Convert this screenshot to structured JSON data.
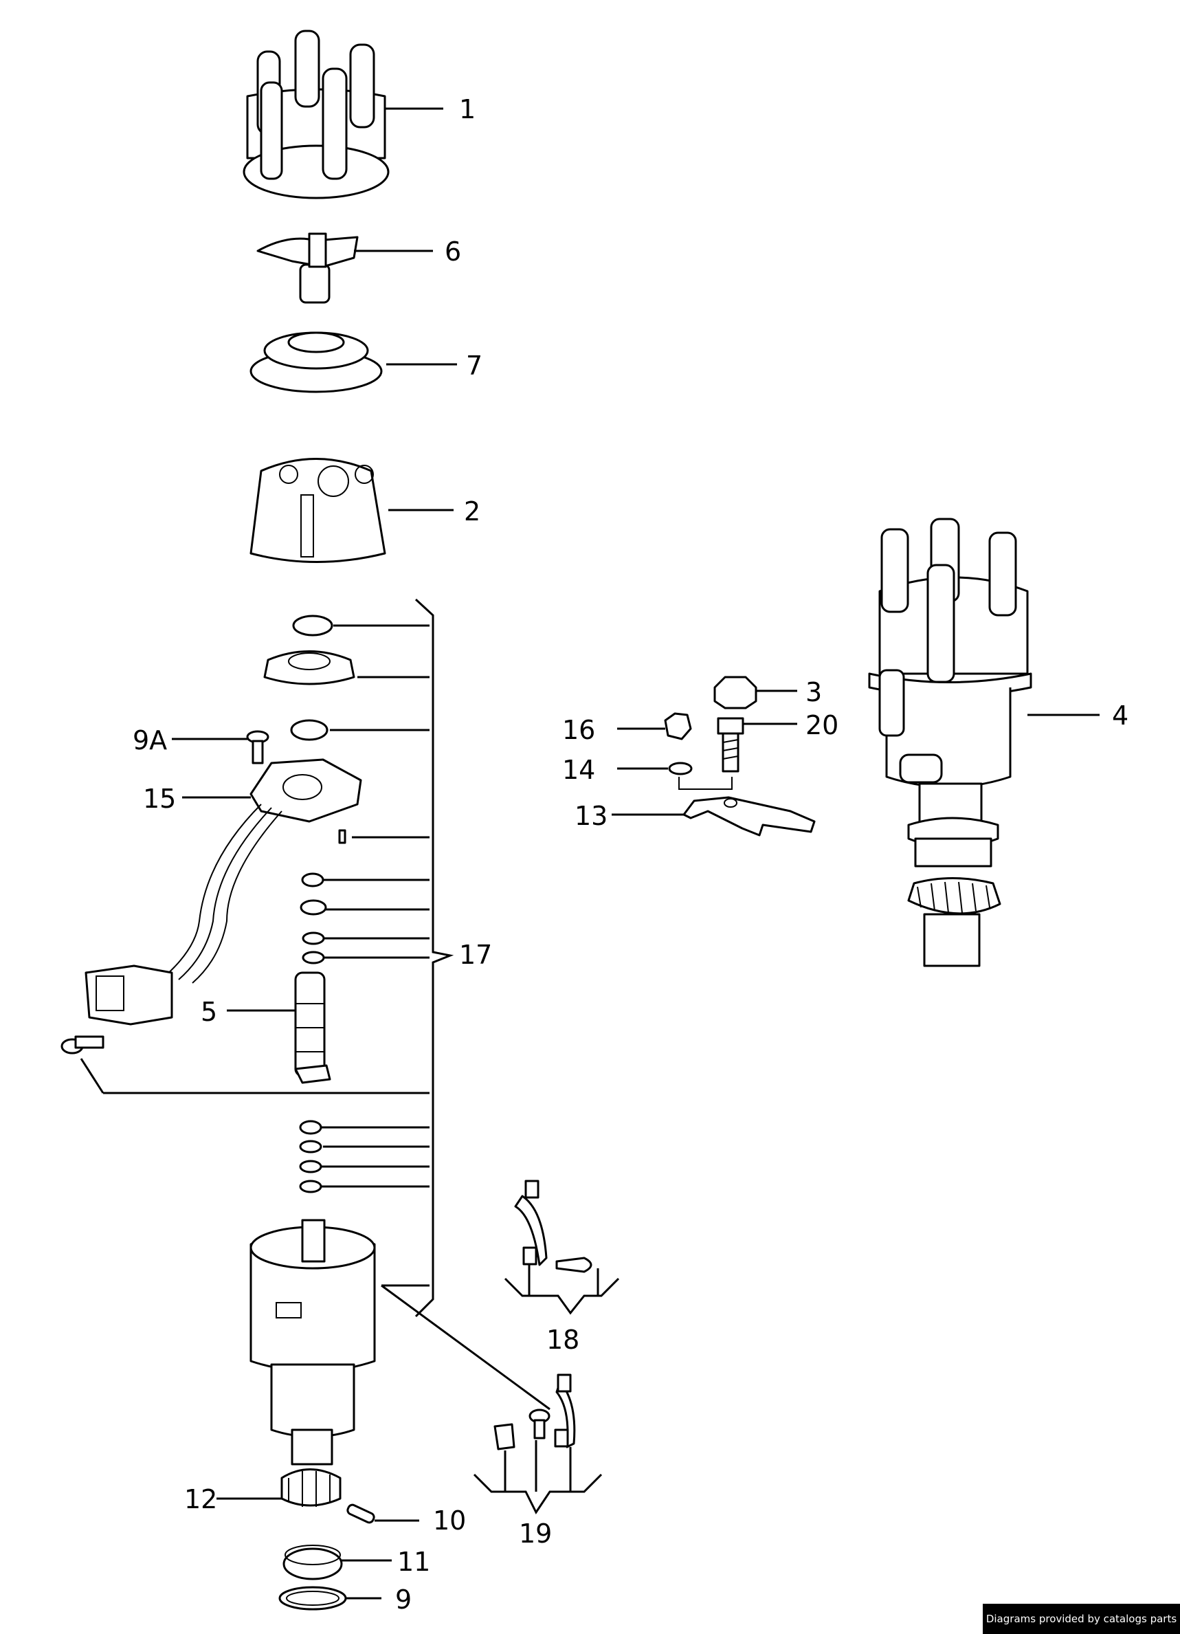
{
  "callouts": [
    {
      "id": "1",
      "text": "1"
    },
    {
      "id": "6",
      "text": "6"
    },
    {
      "id": "7",
      "text": "7"
    },
    {
      "id": "2",
      "text": "2"
    },
    {
      "id": "9A",
      "text": "9A"
    },
    {
      "id": "15",
      "text": "15"
    },
    {
      "id": "17",
      "text": "17"
    },
    {
      "id": "5",
      "text": "5"
    },
    {
      "id": "3",
      "text": "3"
    },
    {
      "id": "16",
      "text": "16"
    },
    {
      "id": "20",
      "text": "20"
    },
    {
      "id": "14",
      "text": "14"
    },
    {
      "id": "13",
      "text": "13"
    },
    {
      "id": "4",
      "text": "4"
    },
    {
      "id": "18",
      "text": "18"
    },
    {
      "id": "19",
      "text": "19"
    },
    {
      "id": "12",
      "text": "12"
    },
    {
      "id": "10",
      "text": "10"
    },
    {
      "id": "11",
      "text": "11"
    },
    {
      "id": "9",
      "text": "9"
    }
  ],
  "credit": "Diagrams provided by catalogs parts"
}
